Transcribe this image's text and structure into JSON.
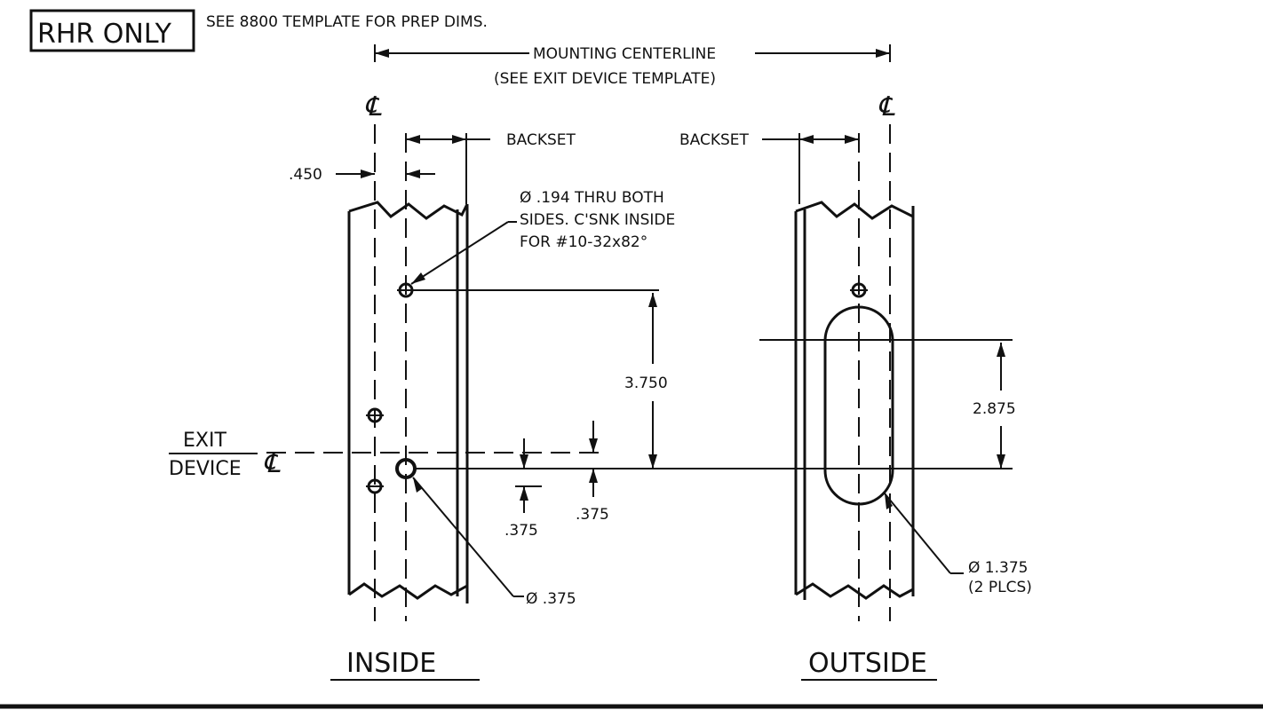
{
  "header": {
    "badge_text": "RHR ONLY",
    "note": "SEE 8800 TEMPLATE FOR PREP DIMS."
  },
  "dimensions": {
    "mounting_centerline_1": "MOUNTING CENTERLINE",
    "mounting_centerline_2": "(SEE EXIT DEVICE TEMPLATE)",
    "backset_left": "BACKSET",
    "backset_right": "BACKSET",
    "offset_450": ".450",
    "hole_note_1": "Ø .194 THRU BOTH",
    "hole_note_2": "SIDES. C'SNK INSIDE",
    "hole_note_3": "FOR #10-32x82°",
    "dim_3750": "3.750",
    "dim_2875": "2.875",
    "dim_375_left": ".375",
    "dim_375_right": ".375",
    "hole_375": "Ø .375",
    "slot_note_1": "Ø 1.375",
    "slot_note_2": "(2 PLCS)"
  },
  "centerline": {
    "symbol": "℄",
    "exit_label_1": "EXIT",
    "exit_label_2": "DEVICE"
  },
  "views": {
    "inside": "INSIDE",
    "outside": "OUTSIDE"
  }
}
